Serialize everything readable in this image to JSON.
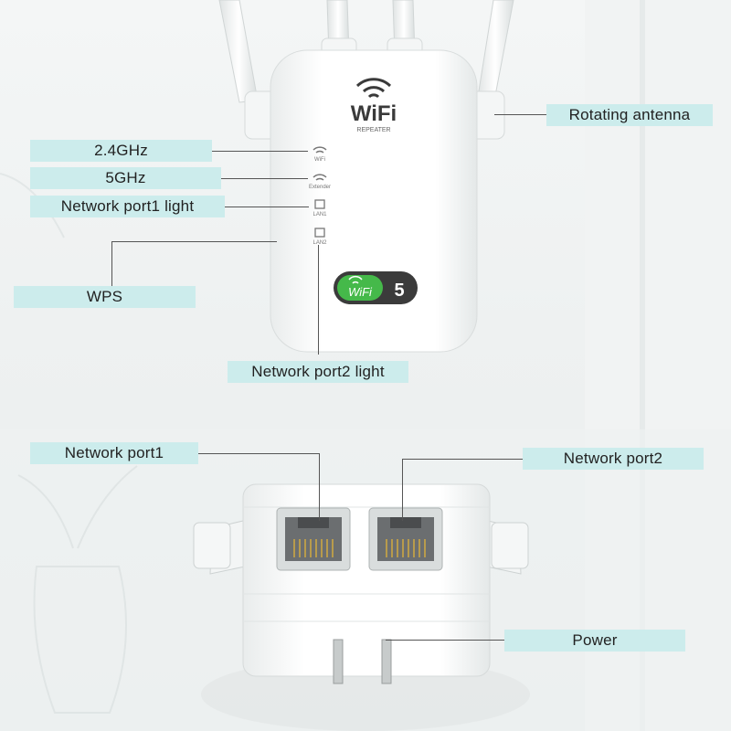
{
  "colors": {
    "label_bg": "#ccecec",
    "leader": "#555555",
    "device_body": "#ffffff",
    "wifi_badge_green": "#45b94a",
    "wifi_badge_dark": "#3b3b3b"
  },
  "device": {
    "brand_text": "WiFi",
    "brand_subtext": "REPEATER",
    "indicators": [
      {
        "icon": "wifi-icon",
        "caption": "WiFi"
      },
      {
        "icon": "wifi-icon",
        "caption": "Extender"
      },
      {
        "icon": "lan-port-icon",
        "caption": "LAN1"
      },
      {
        "icon": "lan-port-icon",
        "caption": "LAN2"
      }
    ],
    "badge": {
      "wifi_text": "WiFi",
      "number": "5"
    }
  },
  "labels": {
    "rotating_antenna": "Rotating antenna",
    "band_24": "2.4GHz",
    "band_5": "5GHz",
    "port1_light": "Network port1 light",
    "wps": "WPS",
    "port2_light": "Network port2 light",
    "port1": "Network port1",
    "port2": "Network port2",
    "power": "Power"
  }
}
